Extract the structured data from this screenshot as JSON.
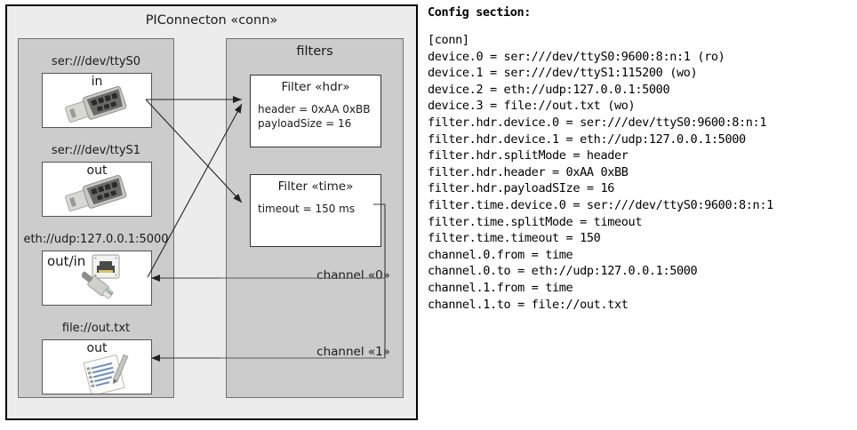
{
  "component": {
    "title": "PIConnecton «conn»",
    "devices_group": {
      "name": "devices-group",
      "devices": [
        {
          "label": "ser:///dev/ttyS0",
          "io": "in",
          "icon": "serial-port-icon",
          "name": "device-ttys0"
        },
        {
          "label": "ser:///dev/ttyS1",
          "io": "out",
          "icon": "serial-port-icon",
          "name": "device-ttys1"
        },
        {
          "label": "eth://udp:127.0.0.1:5000",
          "io": "out/in",
          "icon": "ethernet-port-icon",
          "name": "device-eth-udp"
        },
        {
          "label": "file://out.txt",
          "io": "out",
          "icon": "file-document-icon",
          "name": "device-file-out"
        }
      ]
    },
    "filters_group": {
      "title": "filters",
      "filters": [
        {
          "title": "Filter «hdr»",
          "props": "header = 0xAA 0xBB\npayloadSize = 16",
          "name": "filter-hdr"
        },
        {
          "title": "Filter «time»",
          "props": "timeout = 150 ms",
          "name": "filter-time"
        }
      ],
      "channels": [
        {
          "label": "channel «0»",
          "name": "channel-0"
        },
        {
          "label": "channel «1»",
          "name": "channel-1"
        }
      ]
    }
  },
  "config": {
    "heading": "Config section:",
    "lines": [
      "[conn]",
      "device.0 = ser:///dev/ttyS0:9600:8:n:1 (ro)",
      "device.1 = ser:///dev/ttyS1:115200 (wo)",
      "device.2 = eth://udp:127.0.0.1:5000",
      "device.3 = file://out.txt (wo)",
      "filter.hdr.device.0 = ser:///dev/ttyS0:9600:8:n:1",
      "filter.hdr.device.1 = eth://udp:127.0.0.1:5000",
      "filter.hdr.splitMode = header",
      "filter.hdr.header = 0xAA 0xBB",
      "filter.hdr.payloadSIze = 16",
      "filter.time.device.0 = ser:///dev/ttyS0:9600:8:n:1",
      "filter.time.splitMode = timeout",
      "filter.time.timeout = 150",
      "channel.0.from = time",
      "channel.0.to = eth://udp:127.0.0.1:5000",
      "channel.1.from = time",
      "channel.1.to = file://out.txt"
    ]
  },
  "colors": {
    "outer_background": "#ececec",
    "group_background": "#cccccc",
    "card_background": "#ffffff",
    "border": "#000000",
    "wire": "#222222"
  }
}
